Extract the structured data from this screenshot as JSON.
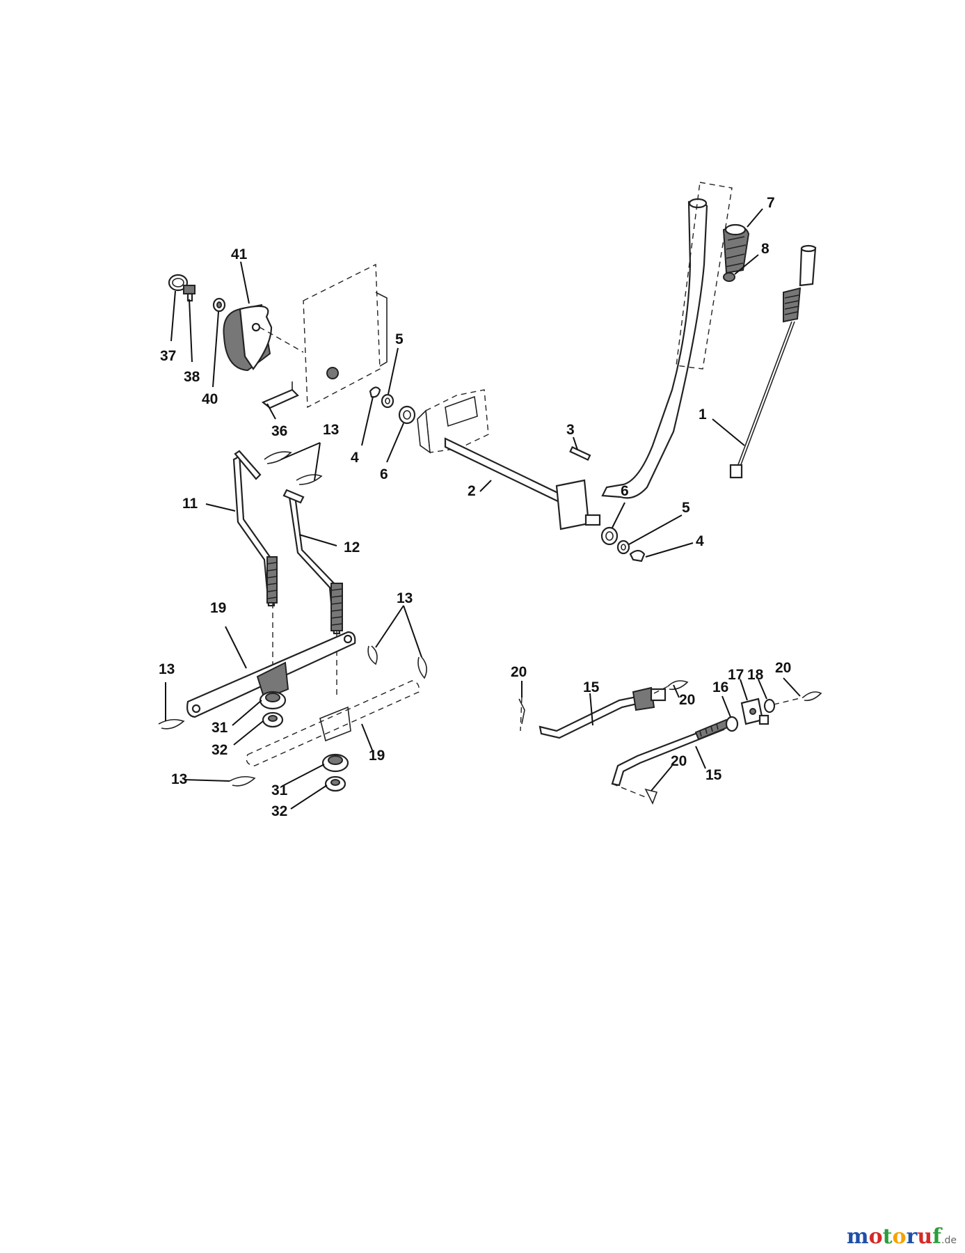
{
  "callouts": [
    {
      "id": "c41",
      "text": "41"
    },
    {
      "id": "c37",
      "text": "37"
    },
    {
      "id": "c38",
      "text": "38"
    },
    {
      "id": "c40",
      "text": "40"
    },
    {
      "id": "c36",
      "text": "36"
    },
    {
      "id": "c5a",
      "text": "5"
    },
    {
      "id": "c4a",
      "text": "4"
    },
    {
      "id": "c6a",
      "text": "6"
    },
    {
      "id": "c13a",
      "text": "13"
    },
    {
      "id": "c11",
      "text": "11"
    },
    {
      "id": "c12",
      "text": "12"
    },
    {
      "id": "c2",
      "text": "2"
    },
    {
      "id": "c3",
      "text": "3"
    },
    {
      "id": "c7",
      "text": "7"
    },
    {
      "id": "c8",
      "text": "8"
    },
    {
      "id": "c1",
      "text": "1"
    },
    {
      "id": "c6b",
      "text": "6"
    },
    {
      "id": "c5b",
      "text": "5"
    },
    {
      "id": "c4b",
      "text": "4"
    },
    {
      "id": "c13b",
      "text": "13"
    },
    {
      "id": "c19a",
      "text": "19"
    },
    {
      "id": "c13c",
      "text": "13"
    },
    {
      "id": "c31a",
      "text": "31"
    },
    {
      "id": "c32a",
      "text": "32"
    },
    {
      "id": "c19b",
      "text": "19"
    },
    {
      "id": "c13d",
      "text": "13"
    },
    {
      "id": "c31b",
      "text": "31"
    },
    {
      "id": "c32b",
      "text": "32"
    },
    {
      "id": "c20a",
      "text": "20"
    },
    {
      "id": "c15a",
      "text": "15"
    },
    {
      "id": "c20b",
      "text": "20"
    },
    {
      "id": "c16",
      "text": "16"
    },
    {
      "id": "c17",
      "text": "17"
    },
    {
      "id": "c18",
      "text": "18"
    },
    {
      "id": "c20c",
      "text": "20"
    },
    {
      "id": "c20d",
      "text": "20"
    },
    {
      "id": "c15b",
      "text": "15"
    }
  ],
  "watermark": {
    "letters": [
      "m",
      "o",
      "t",
      "o",
      "r",
      "u",
      "f"
    ],
    "colors": [
      "#1f4fa8",
      "#d62828",
      "#2a9d3a",
      "#f4a300",
      "#1f4fa8",
      "#d62828",
      "#2a9d3a"
    ],
    "suffix": ".de"
  }
}
